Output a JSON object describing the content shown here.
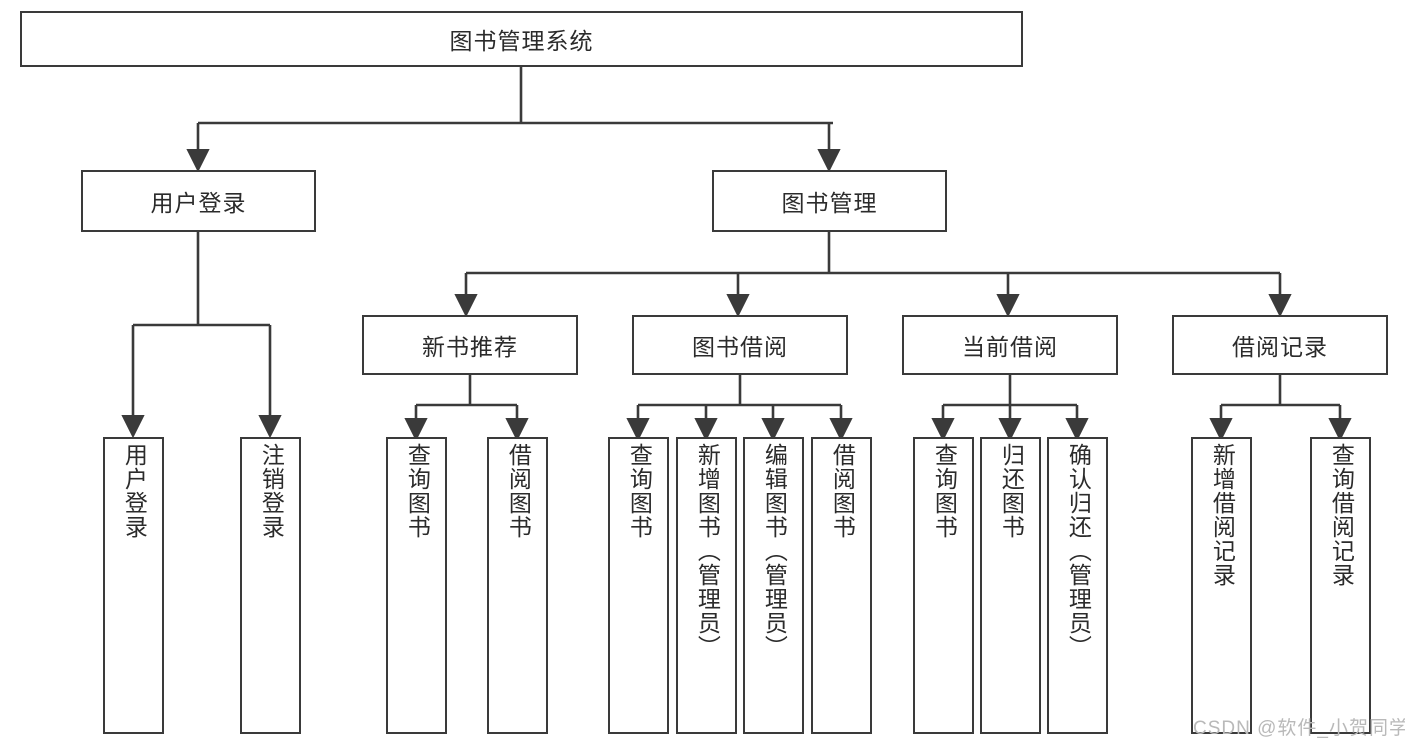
{
  "diagram": {
    "title": "图书管理系统",
    "type": "hierarchy-tree",
    "orientation": "top-down",
    "root": {
      "label": "图书管理系统"
    },
    "level2": [
      {
        "label": "用户登录"
      },
      {
        "label": "图书管理"
      }
    ],
    "level3": [
      {
        "label": "新书推荐"
      },
      {
        "label": "图书借阅"
      },
      {
        "label": "当前借阅"
      },
      {
        "label": "借阅记录"
      }
    ],
    "leaves": {
      "user_login": [
        {
          "label": "用户登录"
        },
        {
          "label": "注销登录"
        }
      ],
      "new_book_recommend": [
        {
          "label": "查询图书"
        },
        {
          "label": "借阅图书"
        }
      ],
      "book_borrow": [
        {
          "label": "查询图书"
        },
        {
          "label": "新增图书（管理员）"
        },
        {
          "label": "编辑图书（管理员）"
        },
        {
          "label": "借阅图书"
        }
      ],
      "current_borrow": [
        {
          "label": "查询图书"
        },
        {
          "label": "归还图书"
        },
        {
          "label": "确认归还（管理员）"
        }
      ],
      "borrow_record": [
        {
          "label": "新增借阅记录"
        },
        {
          "label": "查询借阅记录"
        }
      ]
    }
  },
  "watermark": {
    "text": "CSDN @软件_小贺同学"
  },
  "colors": {
    "border": "#3a3a3a",
    "text": "#2b2b2b",
    "background": "#ffffff",
    "watermark": "#b9b9b9"
  }
}
